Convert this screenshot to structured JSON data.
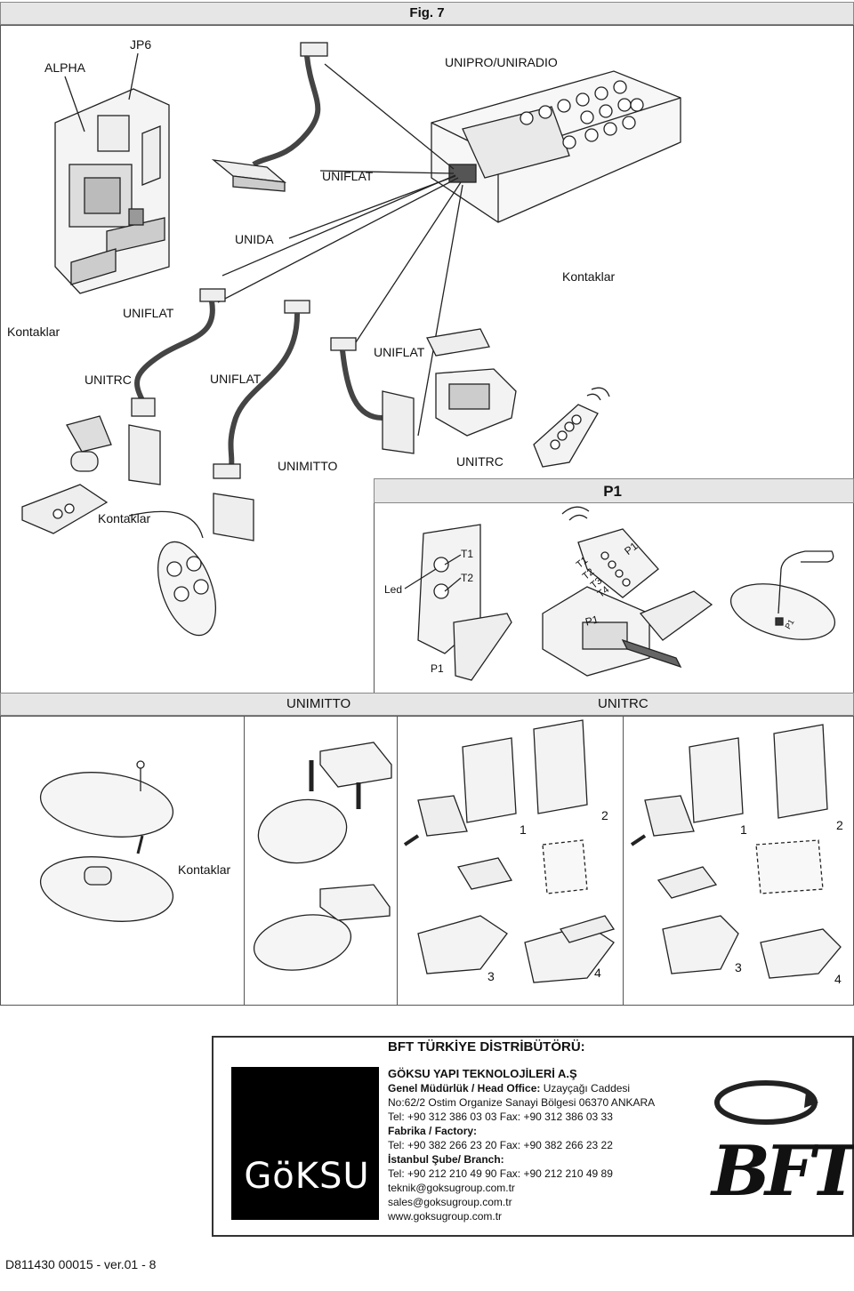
{
  "figure": {
    "title": "Fig. 7"
  },
  "top": {
    "alpha": "ALPHA",
    "jp6": "JP6",
    "unipro": "UNIPRO/UNIRADIO",
    "uniflat_1": "UNIFLAT",
    "unida": "UNIDA",
    "kontaklar_right": "Kontaklar",
    "kontaklar_left": "Kontaklar",
    "uniflat_2": "UNIFLAT",
    "uniflat_3": "UNIFLAT",
    "unitrc_1": "UNITRC",
    "uniflat_4": "UNIFLAT",
    "unimitto_1": "UNIMITTO",
    "unitrc_2": "UNITRC",
    "kontaklar_mid": "Kontaklar"
  },
  "p1_panel": {
    "header": "P1",
    "t1": "T1",
    "t2": "T2",
    "led": "Led",
    "p1_bottom": "P1",
    "t1b": "T1",
    "t2b": "T2",
    "t3b": "T3",
    "t4b": "T4",
    "p1_tag": "P1",
    "p1_mid": "P1",
    "p1_small": "P1"
  },
  "bottom": {
    "unimitto": "UNIMITTO",
    "unitrc": "UNITRC",
    "kontaklar": "Kontaklar",
    "n1a": "1",
    "n2a": "2",
    "n1b": "1",
    "n2b": "2",
    "n3a": "3",
    "n4a": "4",
    "n3b": "3",
    "n4b": "4"
  },
  "distributor": {
    "heading": "BFT TÜRKİYE DİSTRİBÜTÖRÜ:",
    "company": "GÖKSU YAPI TEKNOLOJİLERİ A.Ş",
    "head_office_label": "Genel Müdürlük / Head Office:",
    "head_office_addr1": "Uzayçağı Caddesi",
    "head_office_addr2": "No:62/2 Ostim Organize Sanayi Bölgesi 06370 ANKARA",
    "head_office_tel": "Tel: +90 312 386 03 03 Fax: +90 312 386 03 33",
    "factory_label": "Fabrika / Factory:",
    "factory_tel": "Tel: +90 382 266 23 20 Fax: +90 382 266 23 22",
    "istanbul_label": "İstanbul Şube/ Branch:",
    "istanbul_tel": "Tel: +90 212 210 49 90 Fax: +90 212 210 49 89",
    "email1": "teknik@goksugroup.com.tr",
    "email2": "sales@goksugroup.com.tr",
    "web": "www.goksugroup.com.tr",
    "goksu_logo": "GöKSU",
    "bft_logo": "BFT"
  },
  "footer": {
    "doc_code": "D811430 00015 - ver.01 - 8"
  }
}
